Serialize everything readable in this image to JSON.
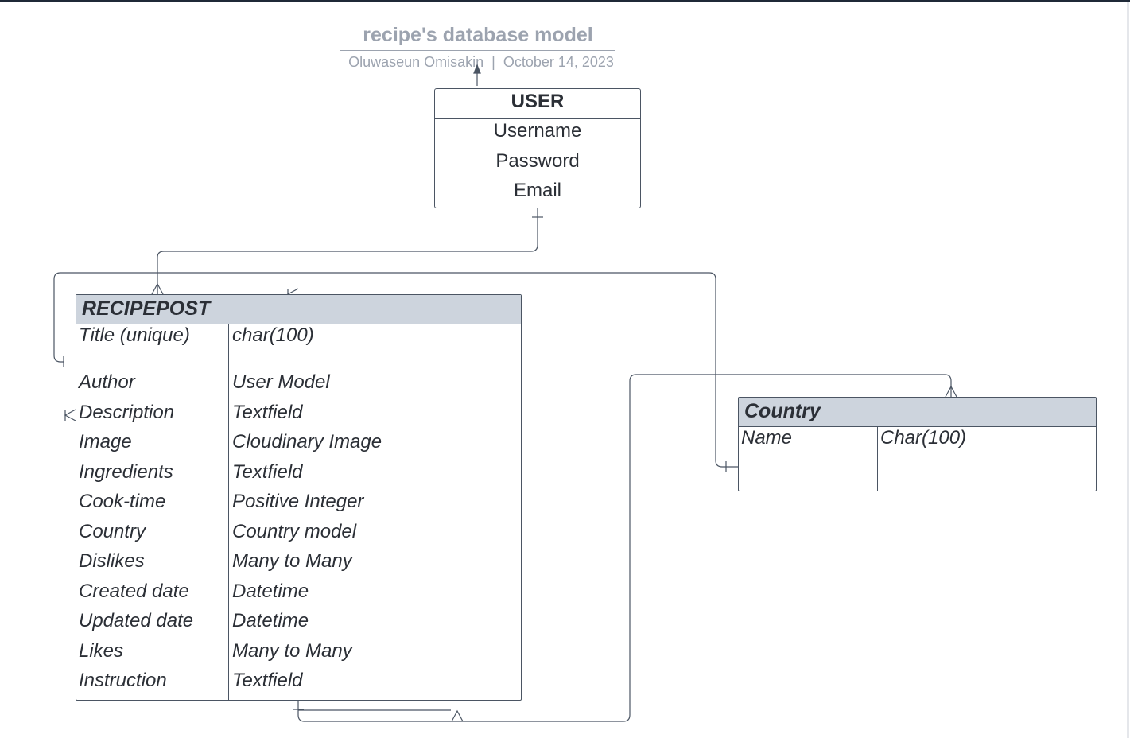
{
  "header": {
    "title": "recipe's database model",
    "author": "Oluwaseun Omisakin",
    "separator": "|",
    "date": "October 14, 2023"
  },
  "entities": {
    "user": {
      "name": "USER",
      "fields": [
        "Username",
        "Password",
        "Email"
      ]
    },
    "recipepost": {
      "name": "RECIPEPOST",
      "rows": [
        {
          "name": "Title (unique)",
          "type": "char(100)"
        },
        {
          "name": "Author",
          "type": "User Model"
        },
        {
          "name": "Description",
          "type": "Textfield"
        },
        {
          "name": "Image",
          "type": "Cloudinary Image"
        },
        {
          "name": "Ingredients",
          "type": "Textfield"
        },
        {
          "name": "Cook-time",
          "type": "Positive Integer"
        },
        {
          "name": "Country",
          "type": "Country model"
        },
        {
          "name": "Dislikes",
          "type": "Many to Many"
        },
        {
          "name": "Created date",
          "type": "Datetime"
        },
        {
          "name": "Updated date",
          "type": "Datetime"
        },
        {
          "name": "Likes",
          "type": "Many to Many"
        },
        {
          "name": "Instruction",
          "type": "Textfield"
        }
      ]
    },
    "country": {
      "name": "Country",
      "rows": [
        {
          "name": "Name",
          "type": "Char(100)"
        }
      ]
    }
  }
}
